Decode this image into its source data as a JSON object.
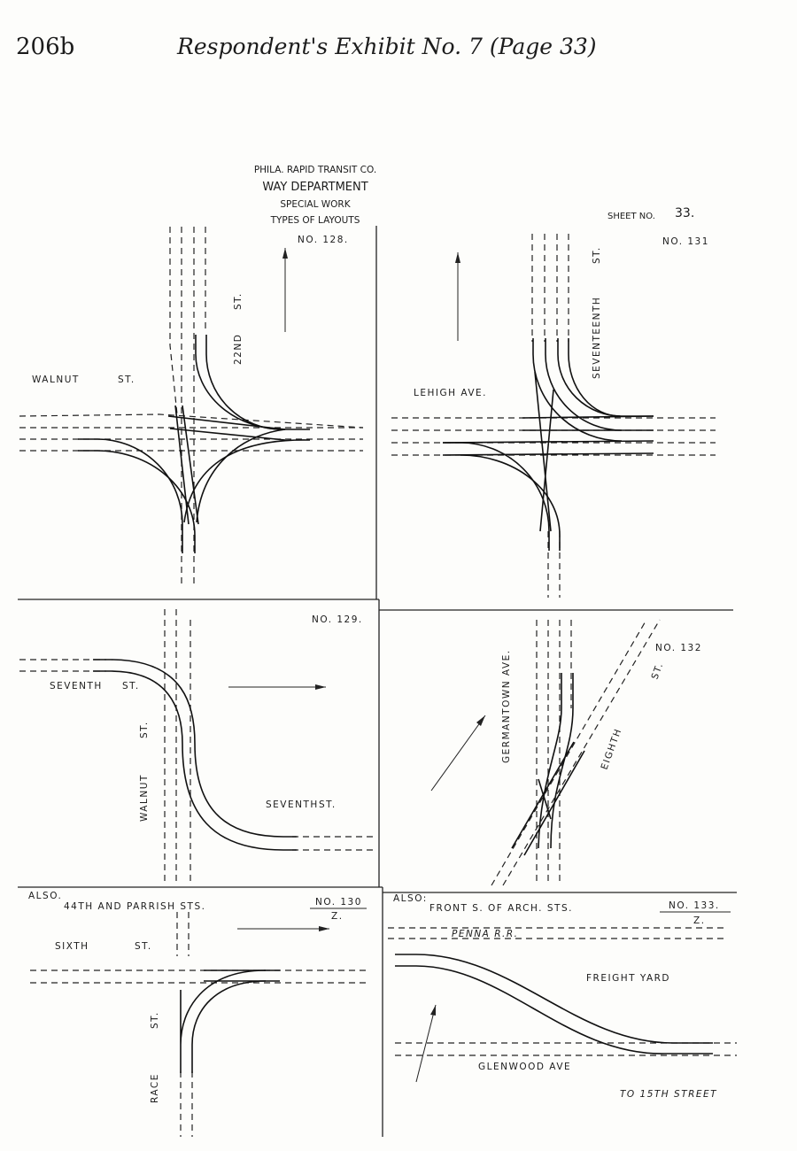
{
  "header": {
    "page_number": "206b",
    "title": "Respondent's Exhibit No. 7 (Page 33)"
  },
  "title_block": {
    "company": "PHILA. RAPID TRANSIT CO.",
    "department": "WAY DEPARTMENT",
    "subject": "SPECIAL WORK",
    "types": "TYPES OF LAYOUTS",
    "sheet_label": "SHEET NO.",
    "sheet_number": "33."
  },
  "panels": {
    "p128": {
      "number": "NO. 128.",
      "street_a": "WALNUT",
      "street_a_suffix": "ST.",
      "street_b": "22ND",
      "street_b_suffix": "ST."
    },
    "p131": {
      "number": "NO. 131",
      "street_a": "LEHIGH  AVE.",
      "street_b": "SEVENTEENTH",
      "street_b_suffix": "ST."
    },
    "p129": {
      "number": "NO. 129.",
      "street_a": "SEVENTH",
      "street_a_suffix": "ST.",
      "street_b": "WALNUT",
      "street_b_suffix": "ST.",
      "street_c": "SEVENTH",
      "street_c_suffix": "ST."
    },
    "p132": {
      "number": "NO. 132",
      "street_a": "GERMANTOWN AVE.",
      "street_b": "EIGHTH",
      "street_b_suffix": "ST."
    },
    "p130": {
      "also": "ALSO.",
      "also_streets": "44TH AND PARRISH STS.",
      "number": "NO. 130",
      "variant": "Z.",
      "street_a": "SIXTH",
      "street_a_suffix": "ST.",
      "street_b": "RACE",
      "street_b_suffix": "ST."
    },
    "p133": {
      "also": "ALSO:",
      "also_streets": "FRONT S. OF ARCH. STS.",
      "number": "NO. 133.",
      "variant": "Z.",
      "railroad": "PENNA R.R.",
      "yard": "FREIGHT  YARD",
      "street_a": "GLENWOOD  AVE",
      "note": "TO 15TH STREET"
    }
  }
}
